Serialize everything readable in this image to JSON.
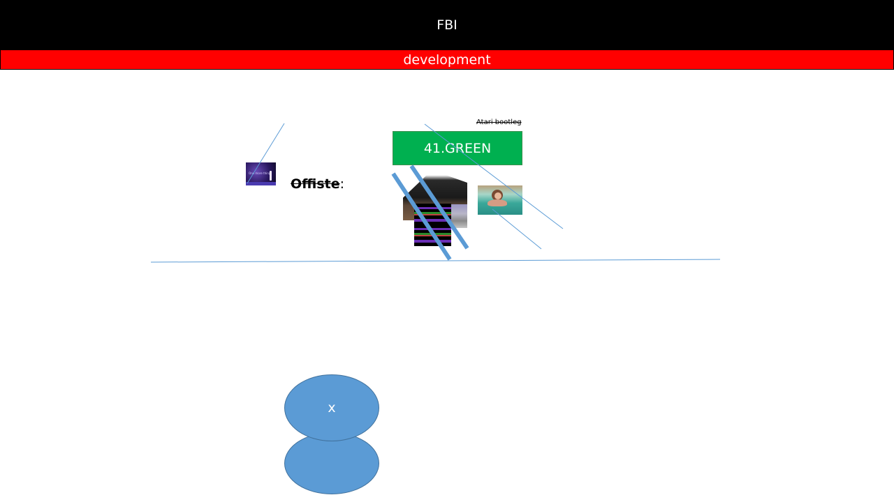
{
  "header": {
    "title": "FBI",
    "subtitle": "development",
    "title_bg": "#000000",
    "subtitle_bg": "#ff0000"
  },
  "content": {
    "green_box_label": "41.GREEN",
    "green_box_color": "#00b050",
    "strikethrough_note": "Atari bootleg",
    "offsite_label": "Offiste",
    "offsite_suffix": ":",
    "presenter_caption": "One more thing",
    "ellipse_top_label": "x",
    "ellipse_bottom_label": "",
    "ellipse_color": "#5b9bd5",
    "line_color": "#5b9bd5"
  }
}
